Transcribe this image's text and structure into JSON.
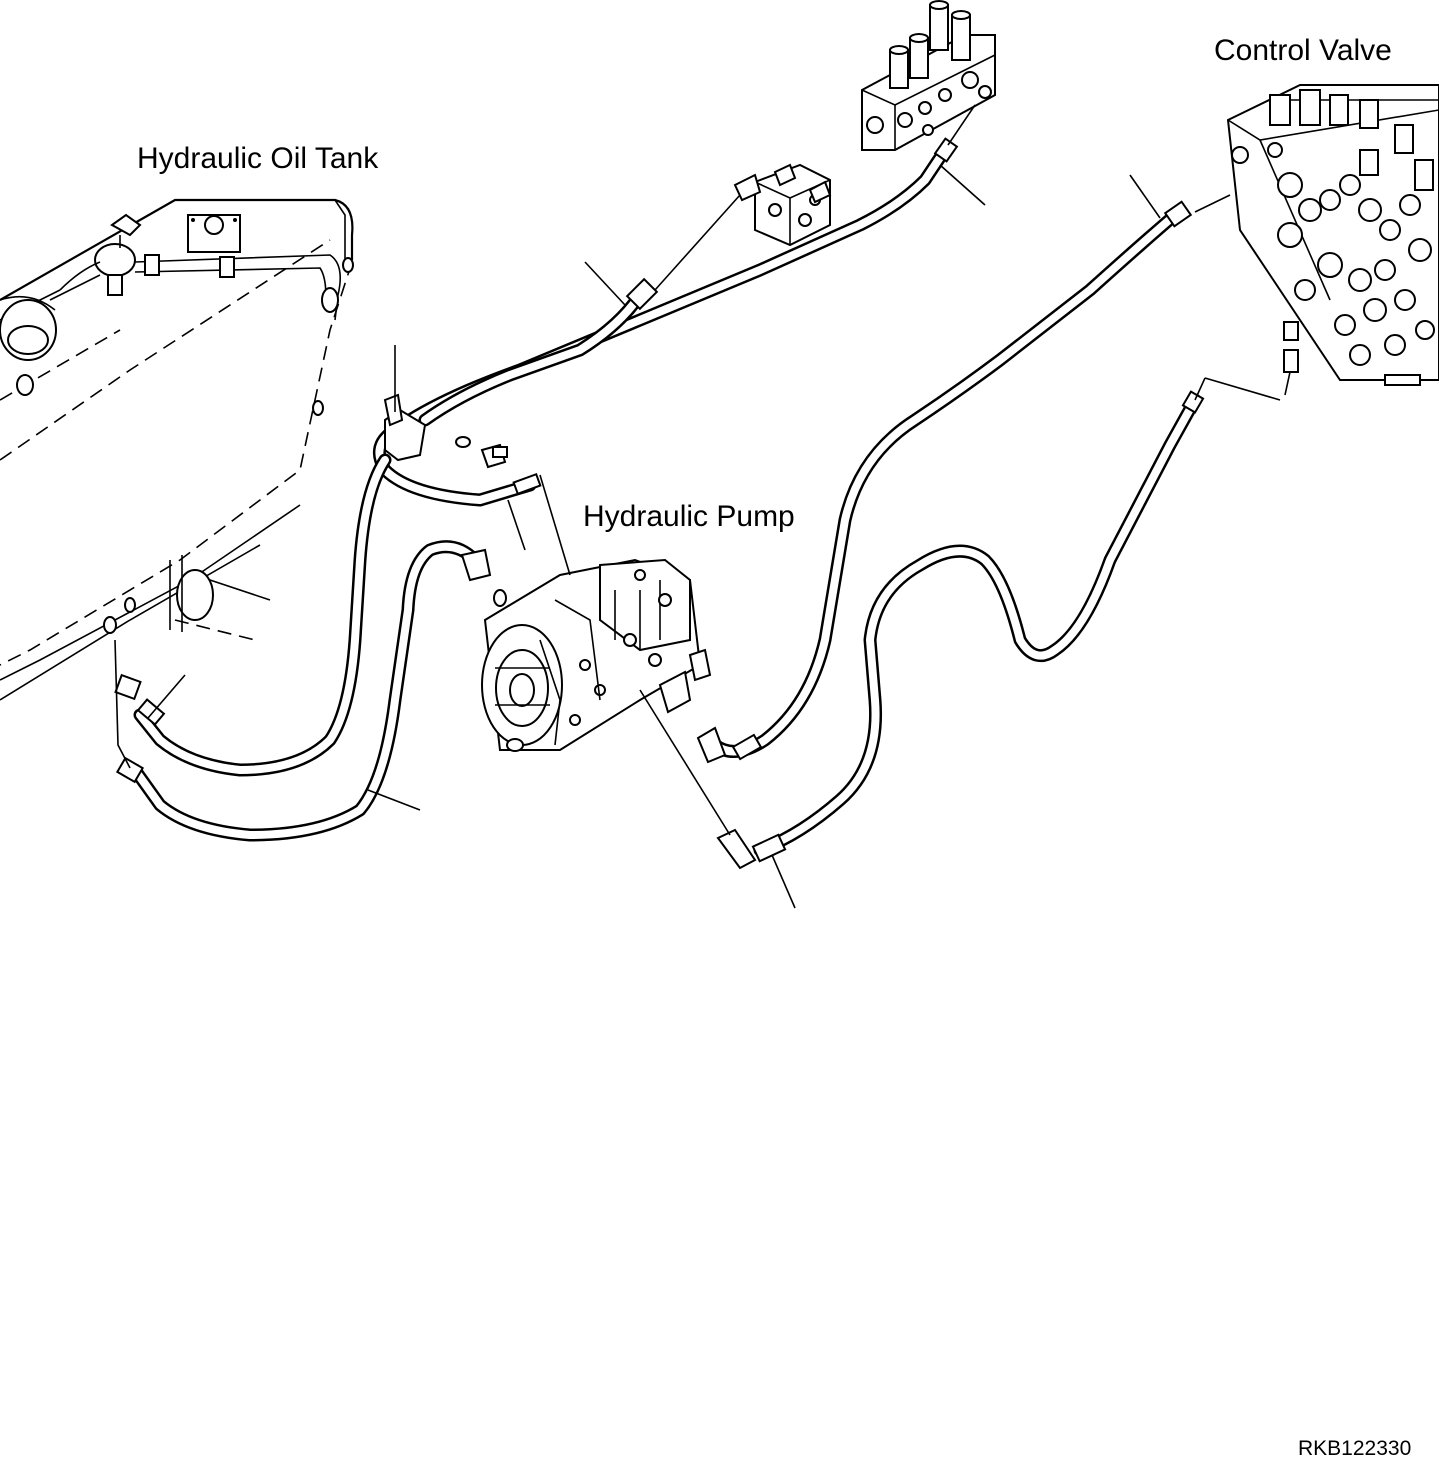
{
  "labels": {
    "hydraulic_oil_tank": "Hydraulic Oil Tank",
    "hydraulic_pump": "Hydraulic Pump",
    "control_valve": "Control Valve"
  },
  "drawing_code": "RKB122330"
}
